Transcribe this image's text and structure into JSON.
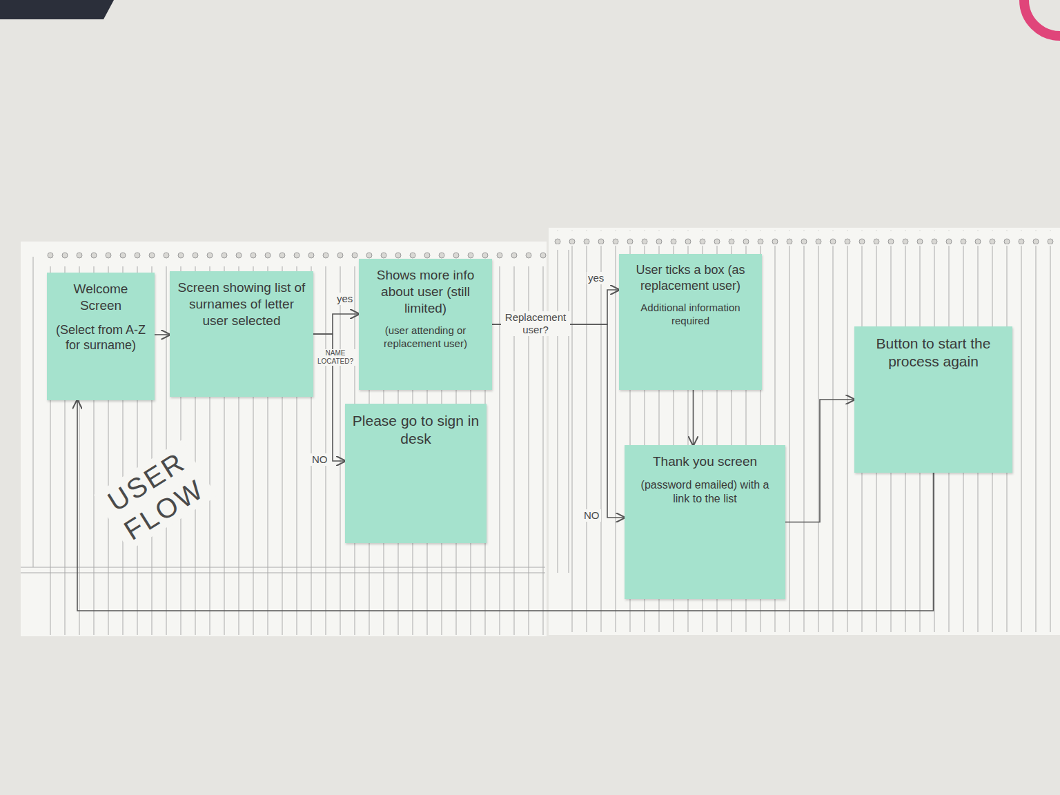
{
  "diagram": {
    "nodes": [
      {
        "text": [
          "Welcome Screen",
          "(Select from A-Z for surname)"
        ]
      },
      {
        "text": [
          "Screen showing list of surnames of letter user selected"
        ]
      },
      {
        "text": [
          "Shows more info about user (still limited)",
          "(user attending or replacement user)"
        ]
      },
      {
        "text": [
          "Please go to sign in desk"
        ]
      },
      {
        "text": [
          "User ticks a box (as replacement user)",
          "Additional information required"
        ]
      },
      {
        "text": [
          "Thank you screen",
          "(password emailed) with a link to the list"
        ]
      },
      {
        "text": [
          "Button to start the process again"
        ]
      }
    ],
    "edges": [
      {
        "from": 0,
        "to": 1,
        "arrow": "to"
      },
      {
        "from": 1,
        "to": 2,
        "arrow": "to",
        "label": "yes"
      },
      {
        "from": 1,
        "to": 3,
        "arrow": "to",
        "label": "NO"
      },
      {
        "from": 2,
        "to": 4,
        "arrow": "to",
        "label": "yes"
      },
      {
        "from": 2,
        "to": 5,
        "arrow": "to",
        "label": "NO"
      },
      {
        "from": 4,
        "to": 5,
        "arrow": "to"
      },
      {
        "from": 5,
        "to": 6,
        "arrow": "to"
      },
      {
        "from": 6,
        "to": 0,
        "arrow": "to"
      }
    ],
    "labels": [
      "USER FLOW",
      "NAME LOCATED?",
      "Replacement user?"
    ]
  }
}
